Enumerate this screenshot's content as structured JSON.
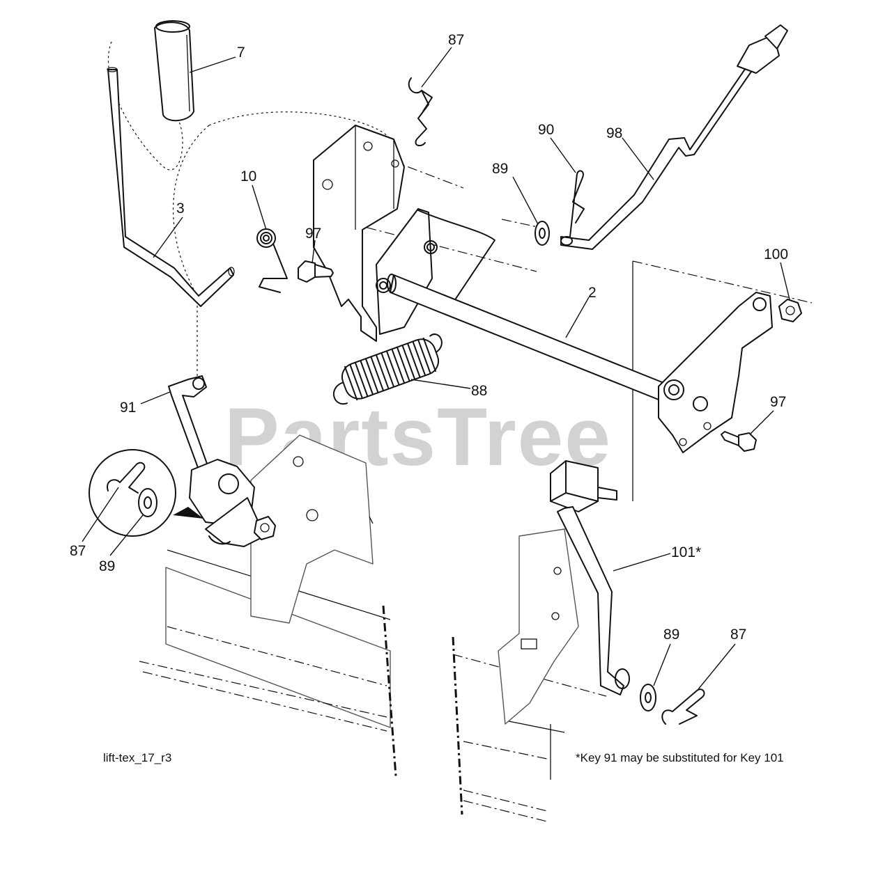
{
  "watermark": "PartsTree",
  "drawing_id": "lift-tex_17_r3",
  "footnote": "*Key 91 may be substituted for Key 101",
  "callouts": {
    "c7": "7",
    "c87_top": "87",
    "c90": "90",
    "c98": "98",
    "c89_top": "89",
    "c3": "3",
    "c10": "10",
    "c97_top": "97",
    "c100": "100",
    "c2": "2",
    "c88": "88",
    "c97_right": "97",
    "c91": "91",
    "c87_left": "87",
    "c89_left": "89",
    "c101": "101*",
    "c89_bottom": "89",
    "c87_bottom": "87"
  }
}
